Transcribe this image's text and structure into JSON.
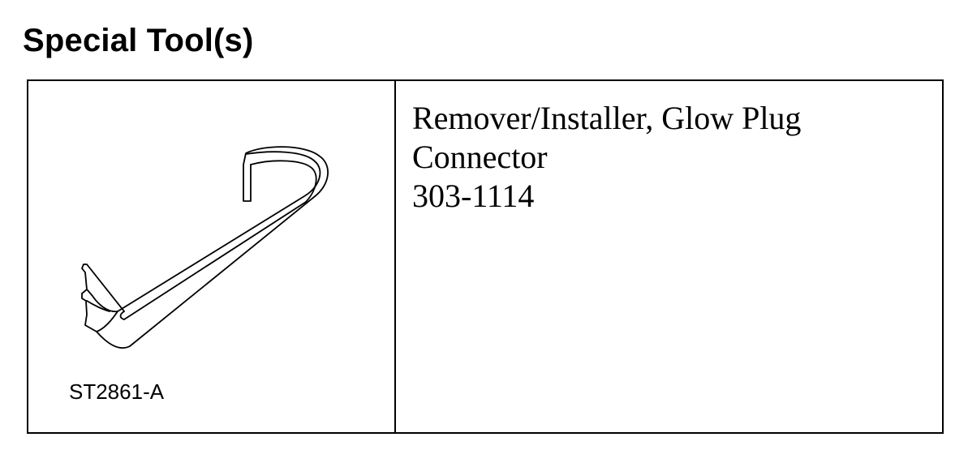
{
  "section": {
    "title": "Special Tool(s)"
  },
  "tool": {
    "figure_code": "ST2861-A",
    "name_line_1": "Remover/Installer, Glow Plug",
    "name_line_2": "Connector",
    "part_number": "303-1114",
    "illustration_icon": "glow-plug-connector-tool-icon"
  }
}
